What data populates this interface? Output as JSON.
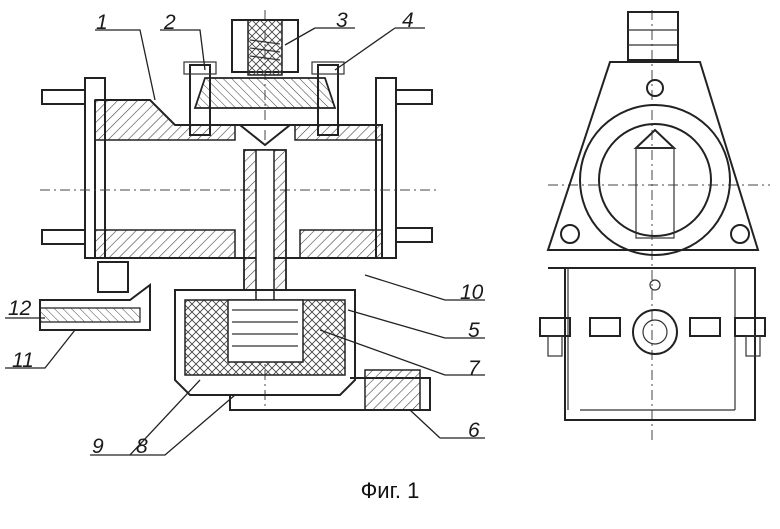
{
  "figure": {
    "caption": "Фиг. 1",
    "colors": {
      "ink": "#222222",
      "paper": "#ffffff",
      "hatch": "#444444"
    }
  },
  "callouts": [
    {
      "id": "c1",
      "text": "1"
    },
    {
      "id": "c2",
      "text": "2"
    },
    {
      "id": "c3",
      "text": "3"
    },
    {
      "id": "c4",
      "text": "4"
    },
    {
      "id": "c5",
      "text": "5"
    },
    {
      "id": "c6",
      "text": "6"
    },
    {
      "id": "c7",
      "text": "7"
    },
    {
      "id": "c8",
      "text": "8"
    },
    {
      "id": "c9",
      "text": "9"
    },
    {
      "id": "c10",
      "text": "10"
    },
    {
      "id": "c11",
      "text": "11"
    },
    {
      "id": "c12",
      "text": "12"
    }
  ]
}
